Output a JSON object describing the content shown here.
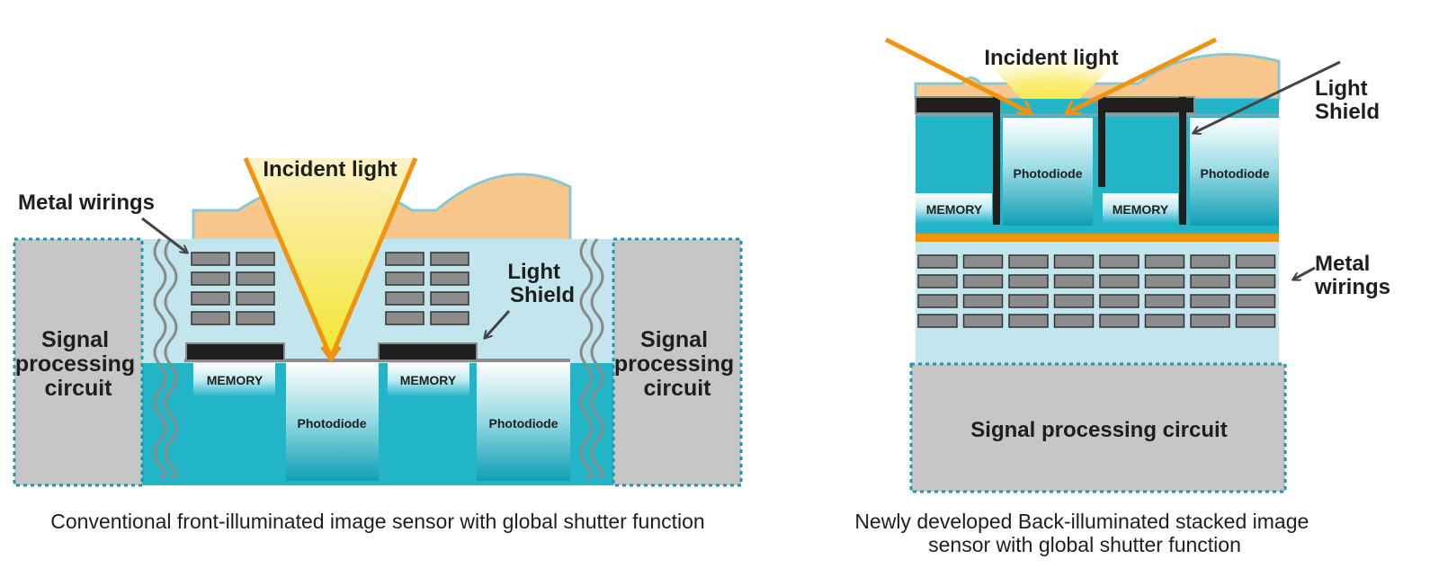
{
  "colors": {
    "sensor_teal": "#22b5c8",
    "wiring_layer": "#bfe3ec",
    "lens": "#f9c78c",
    "lens_edge": "#86c8d6",
    "light_orange": "#f0930f",
    "light_yellow": "#f6e92a",
    "signal_gray": "#c6c6c6",
    "dash_teal": "#1d97b0",
    "shield_black": "#1e1e1e",
    "wire_gray": "#8c8c8c"
  },
  "left_diagram": {
    "incident_light": "Incident light",
    "metal_wirings": "Metal wirings",
    "light_shield": [
      "Light",
      "Shield"
    ],
    "signal_left": [
      "Signal",
      "processing",
      "circuit"
    ],
    "signal_right": [
      "Signal",
      "processing",
      "circuit"
    ],
    "memory_1": "MEMORY",
    "memory_2": "MEMORY",
    "photodiode_1": "Photodiode",
    "photodiode_2": "Photodiode",
    "caption": "Conventional front-illuminated image sensor with global shutter function"
  },
  "right_diagram": {
    "incident_light": "Incident light",
    "light_shield": [
      "Light",
      "Shield"
    ],
    "metal_wirings": [
      "Metal",
      "wirings"
    ],
    "memory_1": "MEMORY",
    "memory_2": "MEMORY",
    "photodiode_1": "Photodiode",
    "photodiode_2": "Photodiode",
    "signal_circuit": "Signal processing circuit",
    "caption": [
      "Newly developed Back-illuminated stacked image",
      "sensor with global shutter function"
    ]
  }
}
